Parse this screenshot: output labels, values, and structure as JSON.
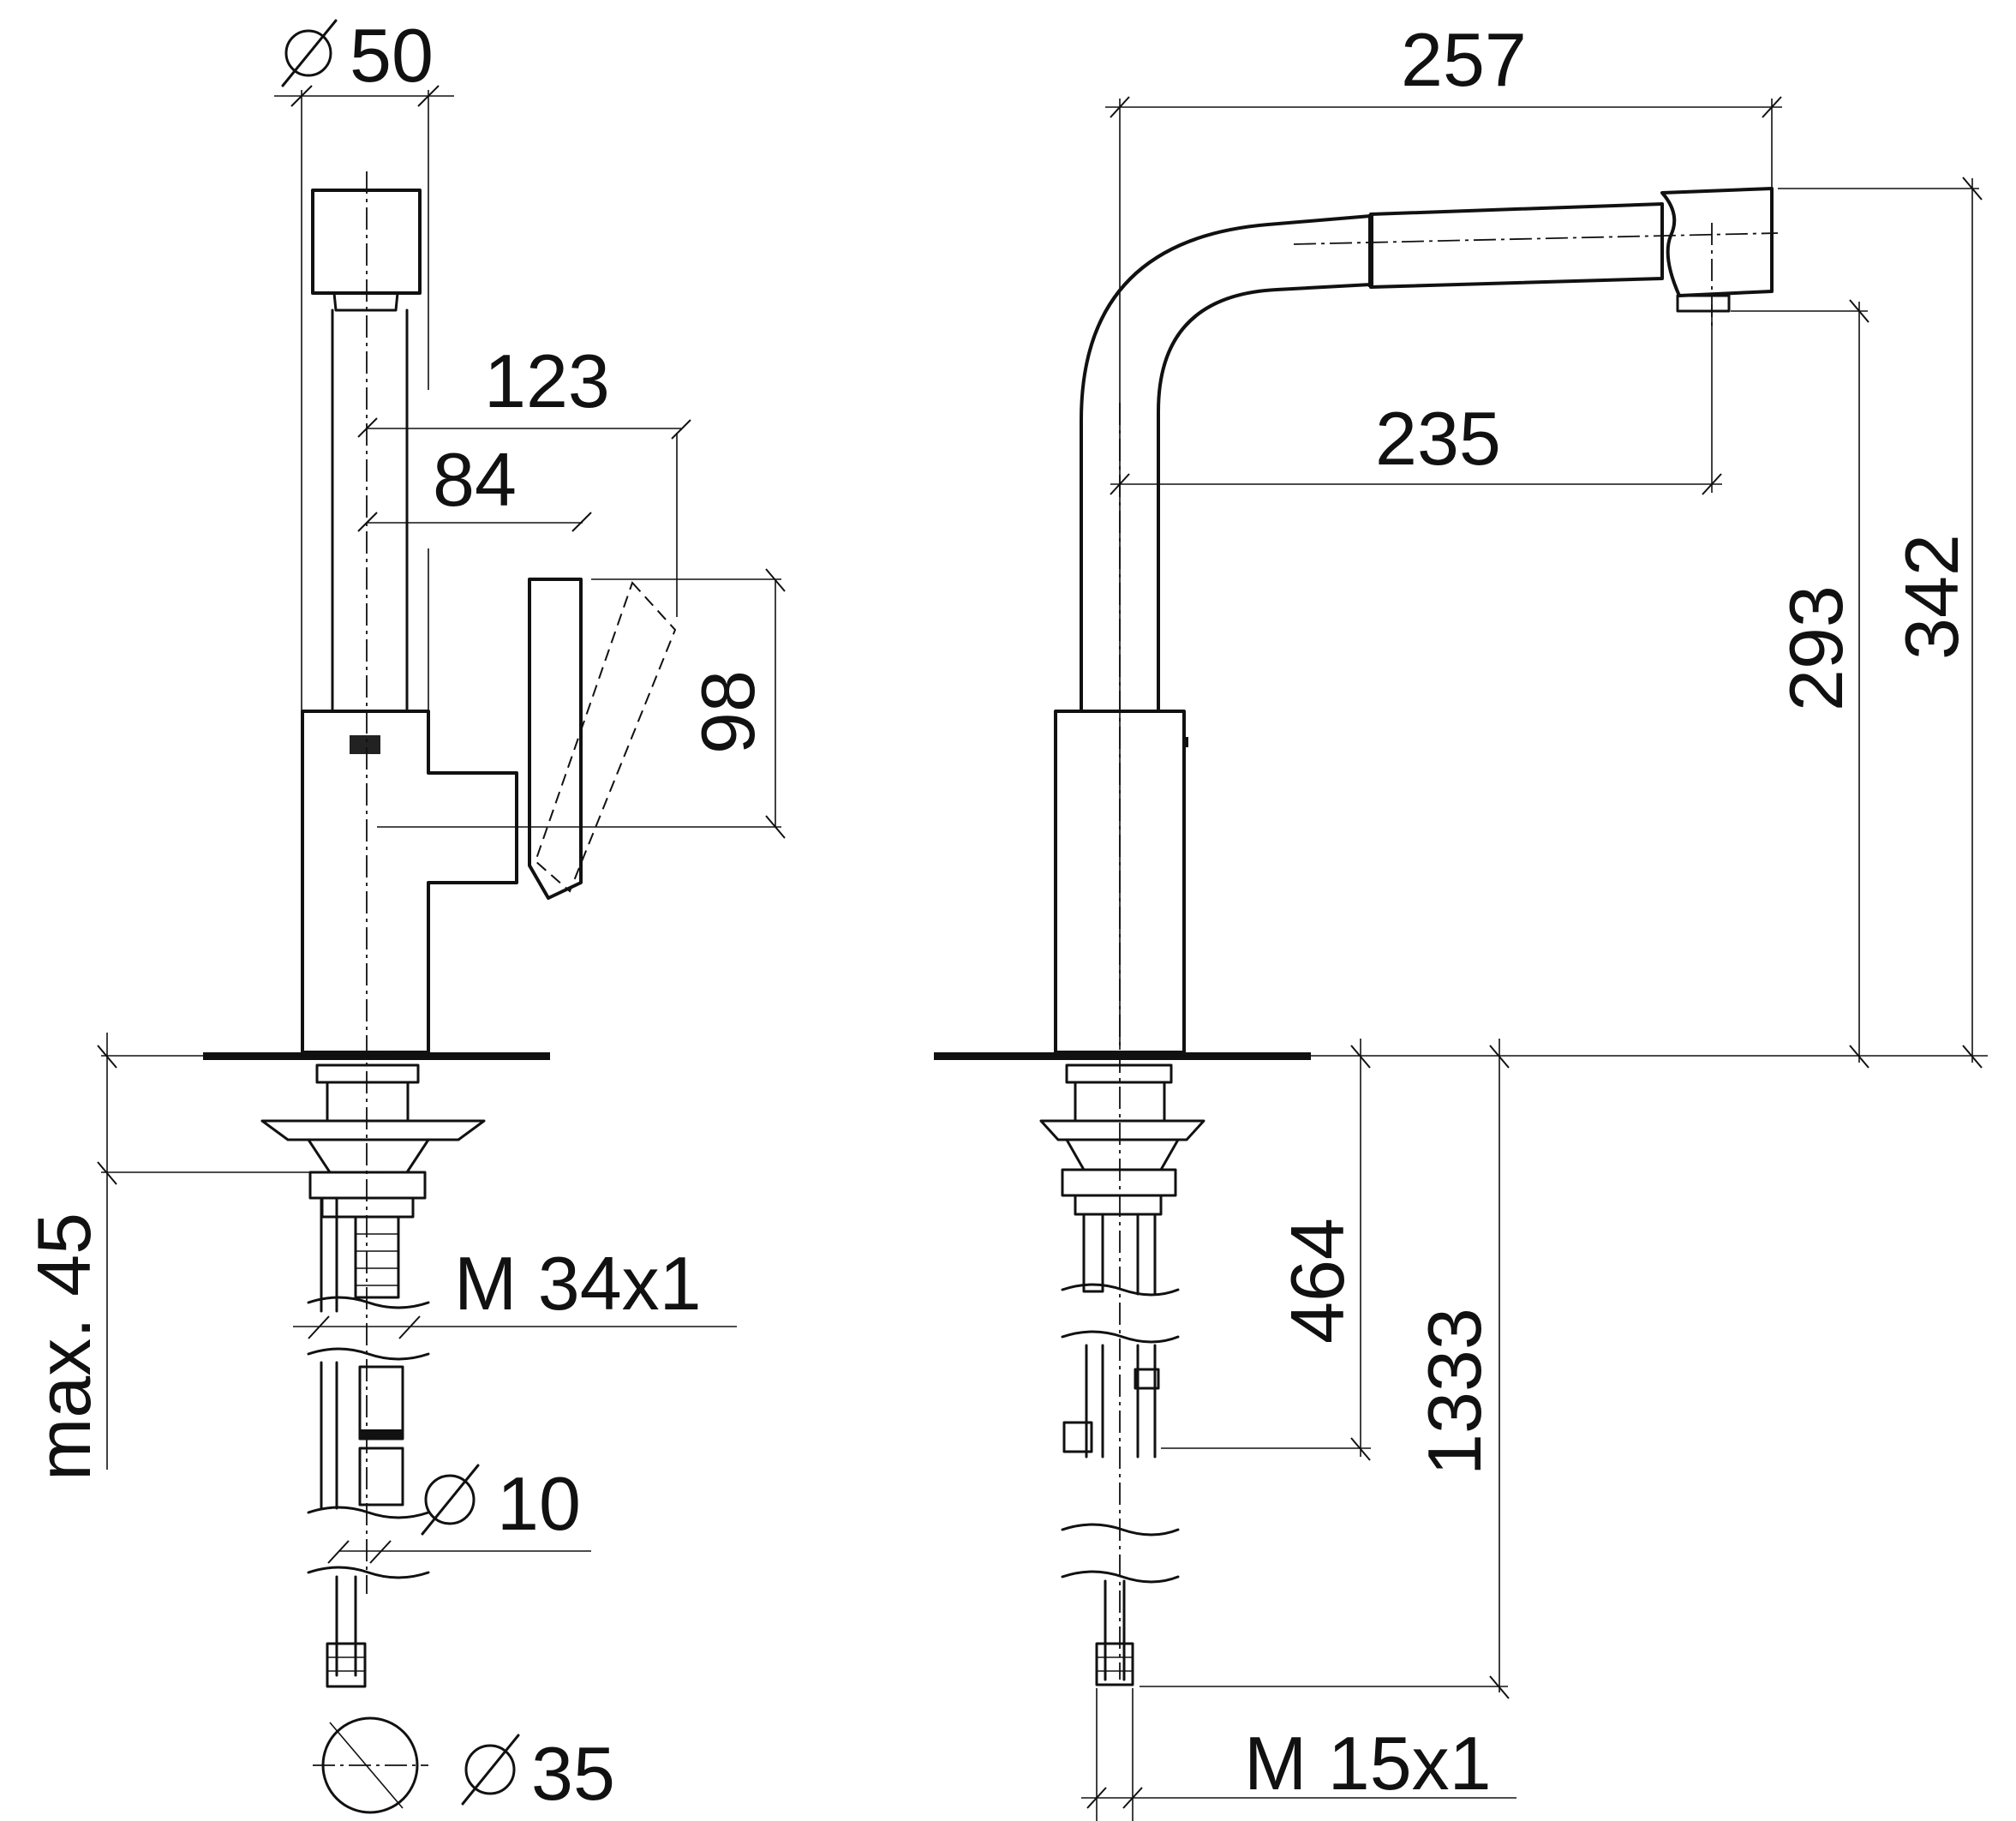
{
  "left_view": {
    "dims": {
      "head_diameter": "50",
      "lever_reach": "123",
      "lever_offset": "84",
      "lever_height": "98",
      "max_counter_thickness": "max. 45",
      "thread": "M 34x1",
      "hose_diameter": "10",
      "hole_diameter": "35"
    }
  },
  "right_view": {
    "dims": {
      "reach": "257",
      "spout_reach": "235",
      "outlet_height": "293",
      "total_height": "342",
      "tail_length": "464",
      "hose_length": "1333",
      "connection_thread": "M 15x1"
    }
  }
}
